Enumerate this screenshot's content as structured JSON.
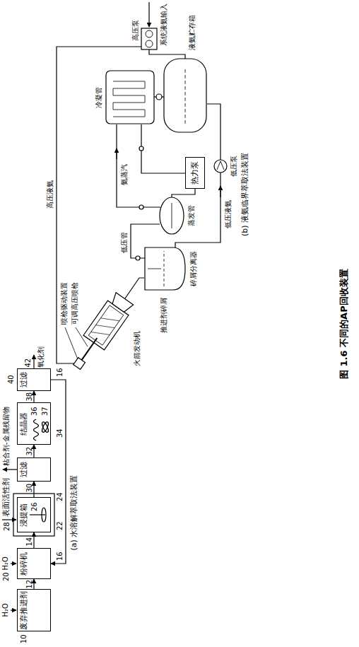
{
  "diagram": {
    "caption": "图 1.6 不同的AP回收装置",
    "nodes": [
      {
        "text": [
          "废弃推进剂"
        ]
      },
      {
        "text": [
          "粉碎机"
        ]
      },
      {
        "text": [
          "浸提箱"
        ]
      },
      {
        "text": [
          "过滤"
        ]
      },
      {
        "text": [
          "结晶器"
        ]
      },
      {
        "text": [
          "过滤"
        ]
      },
      {
        "text": [
          "热力泵"
        ]
      }
    ],
    "edges": [
      {
        "from": 0,
        "to": 1,
        "arrow": "to"
      },
      {
        "from": 1,
        "to": 2,
        "arrow": "to"
      },
      {
        "from": 2,
        "to": 3,
        "arrow": "to"
      },
      {
        "from": 3,
        "to": 4,
        "arrow": "to"
      },
      {
        "from": 4,
        "to": 5,
        "arrow": "to"
      },
      {
        "from": 5,
        "to": 1,
        "arrow": "to"
      }
    ],
    "labels": [
      "10",
      "H₂O",
      "H₂O",
      "20",
      "12",
      "14",
      "16",
      "28",
      "表面活性剂",
      "24",
      "26",
      "22",
      "30",
      "粘合剂-金属残留物",
      "32",
      "34",
      "36",
      "37",
      "38",
      "40",
      "42",
      "氧化剂",
      "16",
      "(a) 水溶解萃取法装置",
      "系统液氨输入",
      "高压泵",
      "冷凝管",
      "液氨贮存箱",
      "高压液氨",
      "氨蒸汽",
      "蒸发管",
      "低压管",
      "喷枪驱动装置",
      "可调高压喷枪",
      "火箭发动机",
      "推进剂碎屑",
      "碎屑分离器",
      "低压液氨",
      "低压泵",
      "(b) 液氨临界萃取法装置"
    ]
  }
}
